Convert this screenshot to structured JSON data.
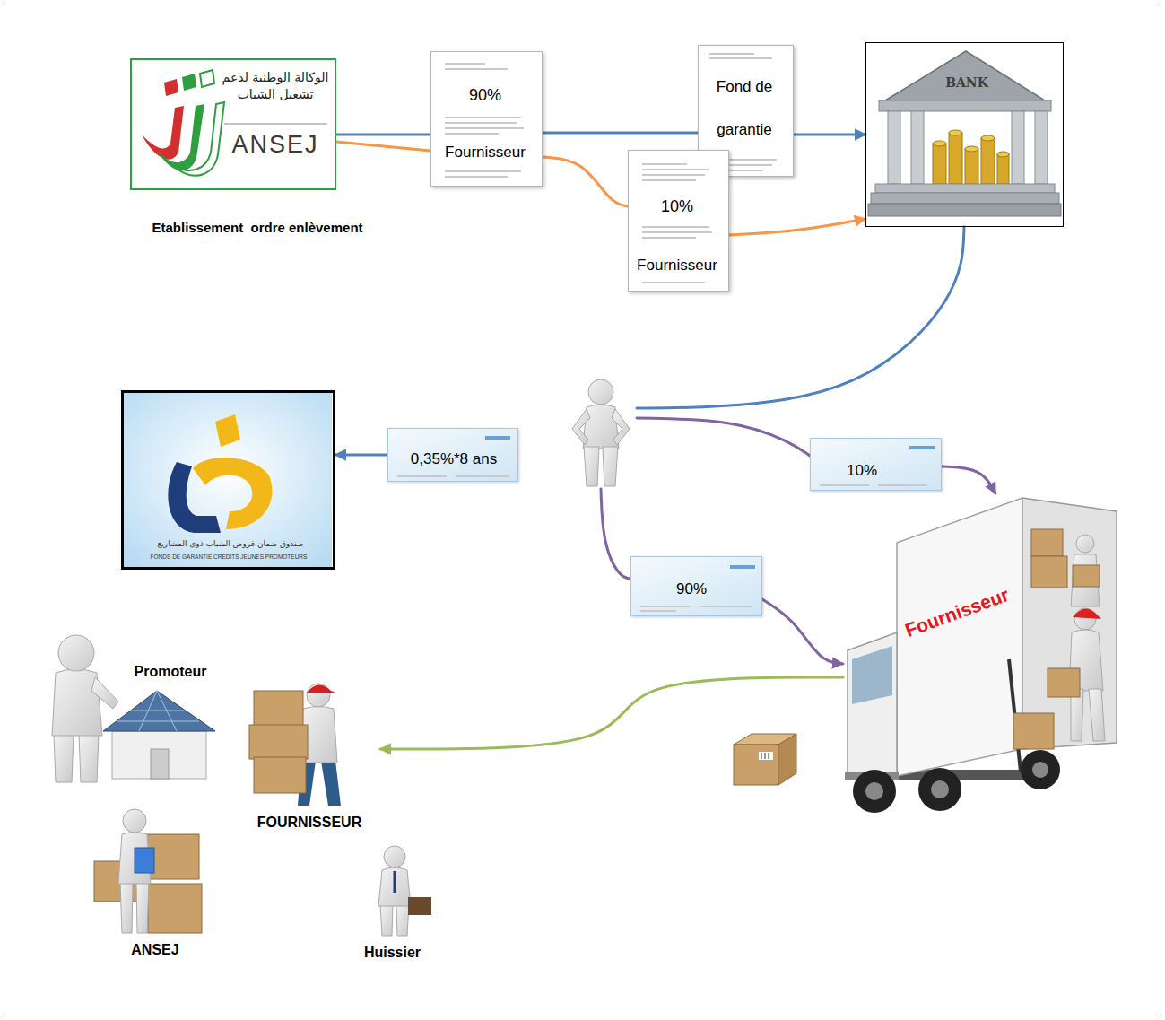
{
  "diagram": {
    "nodes": [
      {
        "text": [
          "الوكالة الوطنية لدعم تشغيل الشباب",
          "ANSEJ",
          "Etablissement  ordre enlèvement"
        ]
      },
      {
        "text": [
          "90%",
          "Fournisseur"
        ]
      },
      {
        "text": [
          "Fond de garantie"
        ]
      },
      {
        "text": [
          "10%",
          "Fournisseur"
        ]
      },
      {
        "text": [
          "BANK"
        ]
      },
      {
        "text": []
      },
      {
        "text": [
          "صندوق ضمان قروض الشباب ذوي المشاريع",
          "FONDS DE GARANTIE CREDITS JEUNES PROMOTEURS"
        ]
      },
      {
        "text": [
          "0,35%*8 ans"
        ]
      },
      {
        "text": [
          "10%"
        ]
      },
      {
        "text": [
          "90%"
        ]
      },
      {
        "text": [
          "Fournisseur"
        ]
      },
      {
        "text": [
          "FOURNISSEUR"
        ]
      }
    ],
    "edges": [
      {
        "from": 0,
        "to": 1,
        "arrow": "none"
      },
      {
        "from": 1,
        "to": 2,
        "arrow": "none"
      },
      {
        "from": 2,
        "to": 4,
        "arrow": "to"
      },
      {
        "from": 0,
        "to": 1,
        "arrow": "none"
      },
      {
        "from": 1,
        "to": 3,
        "arrow": "none"
      },
      {
        "from": 3,
        "to": 4,
        "arrow": "to"
      },
      {
        "from": 4,
        "to": 5,
        "arrow": "none"
      },
      {
        "from": 7,
        "to": 6,
        "arrow": "to"
      },
      {
        "from": 5,
        "to": 8,
        "arrow": "none"
      },
      {
        "from": 8,
        "to": 10,
        "arrow": "to"
      },
      {
        "from": 5,
        "to": 9,
        "arrow": "none"
      },
      {
        "from": 9,
        "to": 10,
        "arrow": "to"
      },
      {
        "from": 10,
        "to": 11,
        "arrow": "to"
      }
    ],
    "labels": [
      "Promoteur",
      "ANSEJ",
      "Huissier"
    ]
  }
}
